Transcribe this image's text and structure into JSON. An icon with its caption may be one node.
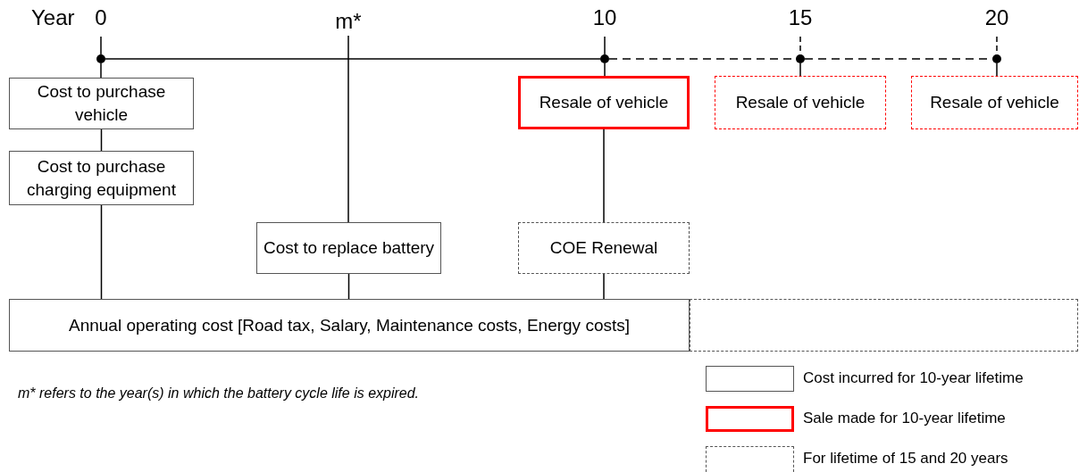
{
  "diagram": {
    "nodes": [
      {
        "text": [],
        "shape": "circle",
        "beside": [
          "0"
        ]
      },
      {
        "text": [
          "m*"
        ]
      },
      {
        "text": [],
        "shape": "circle",
        "beside": [
          "10"
        ]
      },
      {
        "text": [],
        "shape": "circle",
        "beside": [
          "15"
        ]
      },
      {
        "text": [],
        "shape": "circle",
        "beside": [
          "20"
        ]
      },
      {
        "text": [
          "Cost to purchase vehicle"
        ]
      },
      {
        "text": [
          "Resale of vehicle"
        ]
      },
      {
        "text": [
          "Resale of vehicle"
        ]
      },
      {
        "text": [
          "Resale of vehicle"
        ]
      },
      {
        "text": [
          "Cost to purchase charging equipment"
        ]
      },
      {
        "text": [
          "Cost to replace battery"
        ]
      },
      {
        "text": [
          "COE Renewal"
        ]
      },
      {
        "text": [
          "Annual operating cost [Road tax, Salary, Maintenance costs, Energy costs]"
        ]
      },
      {
        "text": [],
        "shape": "box"
      }
    ],
    "edges": [
      {
        "from": 0,
        "to": 2,
        "arrow": "none"
      },
      {
        "from": 2,
        "to": 3,
        "arrow": "none",
        "style": "dashed"
      },
      {
        "from": 3,
        "to": 4,
        "arrow": "none",
        "style": "dashed"
      },
      {
        "from": 0,
        "to": 5,
        "arrow": "none"
      },
      {
        "from": 2,
        "to": 6,
        "arrow": "none"
      },
      {
        "from": 3,
        "to": 7,
        "arrow": "none"
      },
      {
        "from": 4,
        "to": 8,
        "arrow": "none"
      },
      {
        "from": 5,
        "to": 9,
        "arrow": "none"
      },
      {
        "from": 9,
        "to": 12,
        "arrow": "none"
      },
      {
        "from": 1,
        "to": 10,
        "arrow": "none"
      },
      {
        "from": 10,
        "to": 12,
        "arrow": "none"
      },
      {
        "from": 6,
        "to": 11,
        "arrow": "none"
      },
      {
        "from": 11,
        "to": 12,
        "arrow": "none"
      }
    ],
    "labels": [
      "Year",
      "m* refers to the year(s) in which the battery cycle life is expired."
    ],
    "legend": [
      {
        "text": "Cost incurred for 10-year lifetime"
      },
      {
        "text": "Sale made for 10-year lifetime"
      },
      {
        "text": "For lifetime of 15 and 20 years"
      }
    ]
  }
}
